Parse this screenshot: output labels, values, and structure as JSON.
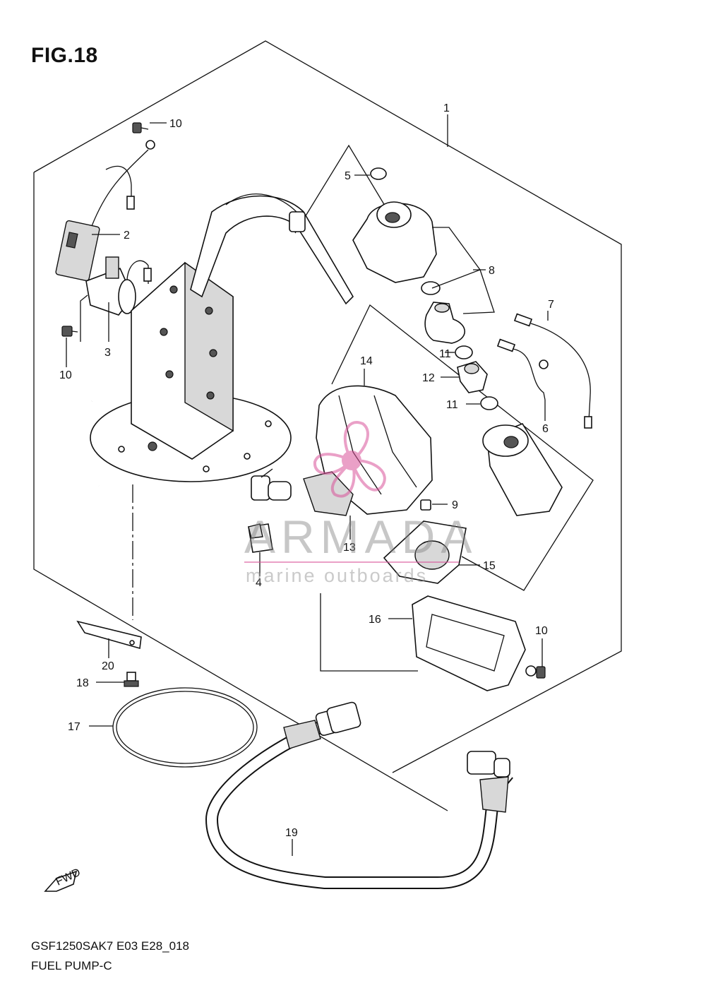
{
  "figure": {
    "title": "FIG.18"
  },
  "footer": {
    "code": "GSF1250SAK7 E03 E28_018",
    "name": "FUEL PUMP-C"
  },
  "watermark": {
    "name": "ARMADA",
    "tagline": "marine outboards",
    "accent_color": "#d9539a"
  },
  "forward_arrow": {
    "label": "FWD"
  },
  "callouts": [
    {
      "id": "1",
      "label": "1"
    },
    {
      "id": "2",
      "label": "2"
    },
    {
      "id": "3",
      "label": "3"
    },
    {
      "id": "4",
      "label": "4"
    },
    {
      "id": "5",
      "label": "5"
    },
    {
      "id": "6",
      "label": "6"
    },
    {
      "id": "7",
      "label": "7"
    },
    {
      "id": "8",
      "label": "8"
    },
    {
      "id": "9",
      "label": "9"
    },
    {
      "id": "10a",
      "label": "10"
    },
    {
      "id": "10b",
      "label": "10"
    },
    {
      "id": "10c",
      "label": "10"
    },
    {
      "id": "11a",
      "label": "11"
    },
    {
      "id": "11b",
      "label": "11"
    },
    {
      "id": "12",
      "label": "12"
    },
    {
      "id": "13",
      "label": "13"
    },
    {
      "id": "14",
      "label": "14"
    },
    {
      "id": "15",
      "label": "15"
    },
    {
      "id": "16",
      "label": "16"
    },
    {
      "id": "17",
      "label": "17"
    },
    {
      "id": "18",
      "label": "18"
    },
    {
      "id": "19",
      "label": "19"
    },
    {
      "id": "20",
      "label": "20"
    }
  ]
}
